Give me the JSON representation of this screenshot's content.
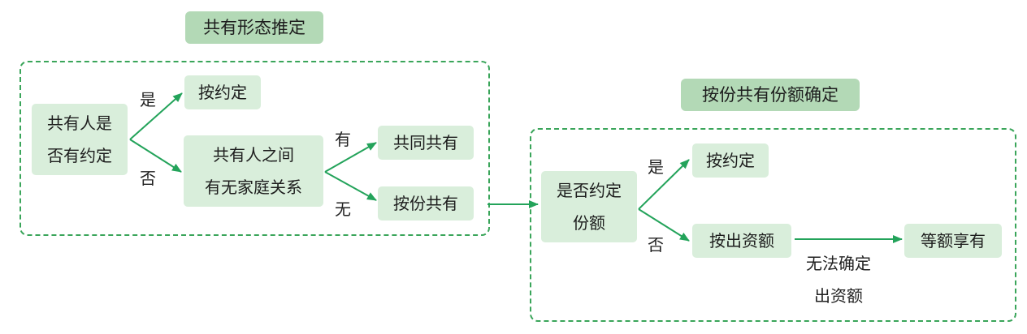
{
  "titles": {
    "left": "共有形态推定",
    "right": "按份共有份额确定"
  },
  "left_flow": {
    "start": [
      "共有人是",
      "否有约定"
    ],
    "yes_label": "是",
    "no_label": "否",
    "agreed": "按约定",
    "family": [
      "共有人之间",
      "有无家庭关系"
    ],
    "has_label": "有",
    "none_label": "无",
    "joint": "共同共有",
    "share": "按份共有"
  },
  "right_flow": {
    "start": [
      "是否约定",
      "份额"
    ],
    "yes_label": "是",
    "no_label": "否",
    "agreed": "按约定",
    "contribution": "按出资额",
    "fallback_note": [
      "无法确定",
      "出资额"
    ],
    "equal": "等额享有"
  },
  "colors": {
    "title_bg": "#b3d9b6",
    "node_bg": "#d9eedb",
    "accent": "#3aa55a",
    "arrow": "#23a35a"
  }
}
